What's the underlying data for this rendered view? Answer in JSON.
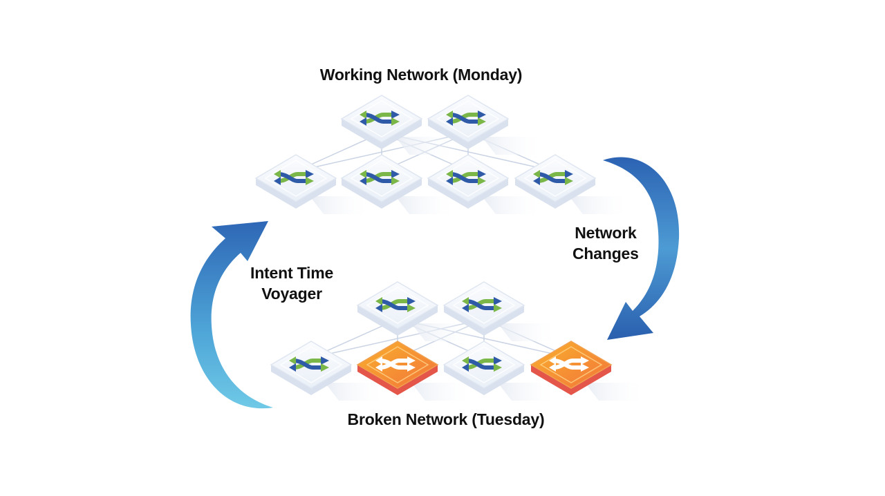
{
  "titles": {
    "working": "Working Network (Monday)",
    "broken": "Broken Network (Tuesday)"
  },
  "arrows": {
    "changes": {
      "line1": "Network",
      "line2": "Changes"
    },
    "voyager": {
      "line1": "Intent Time",
      "line2": "Voyager"
    }
  },
  "networks": {
    "working": {
      "top_row": [
        "ok",
        "ok"
      ],
      "bottom_row": [
        "ok",
        "ok",
        "ok",
        "ok"
      ]
    },
    "broken": {
      "top_row": [
        "ok",
        "ok"
      ],
      "bottom_row": [
        "ok",
        "broken",
        "ok",
        "broken"
      ]
    }
  },
  "colors": {
    "tile_ok": "#f3f6fb",
    "tile_broken": "#f7a531",
    "tile_broken_edge": "#e4564a",
    "icon_green": "#7ab648",
    "icon_blue": "#2f5aa8",
    "arrow_light": "#6fc3e0",
    "arrow_dark": "#2e67b6"
  }
}
